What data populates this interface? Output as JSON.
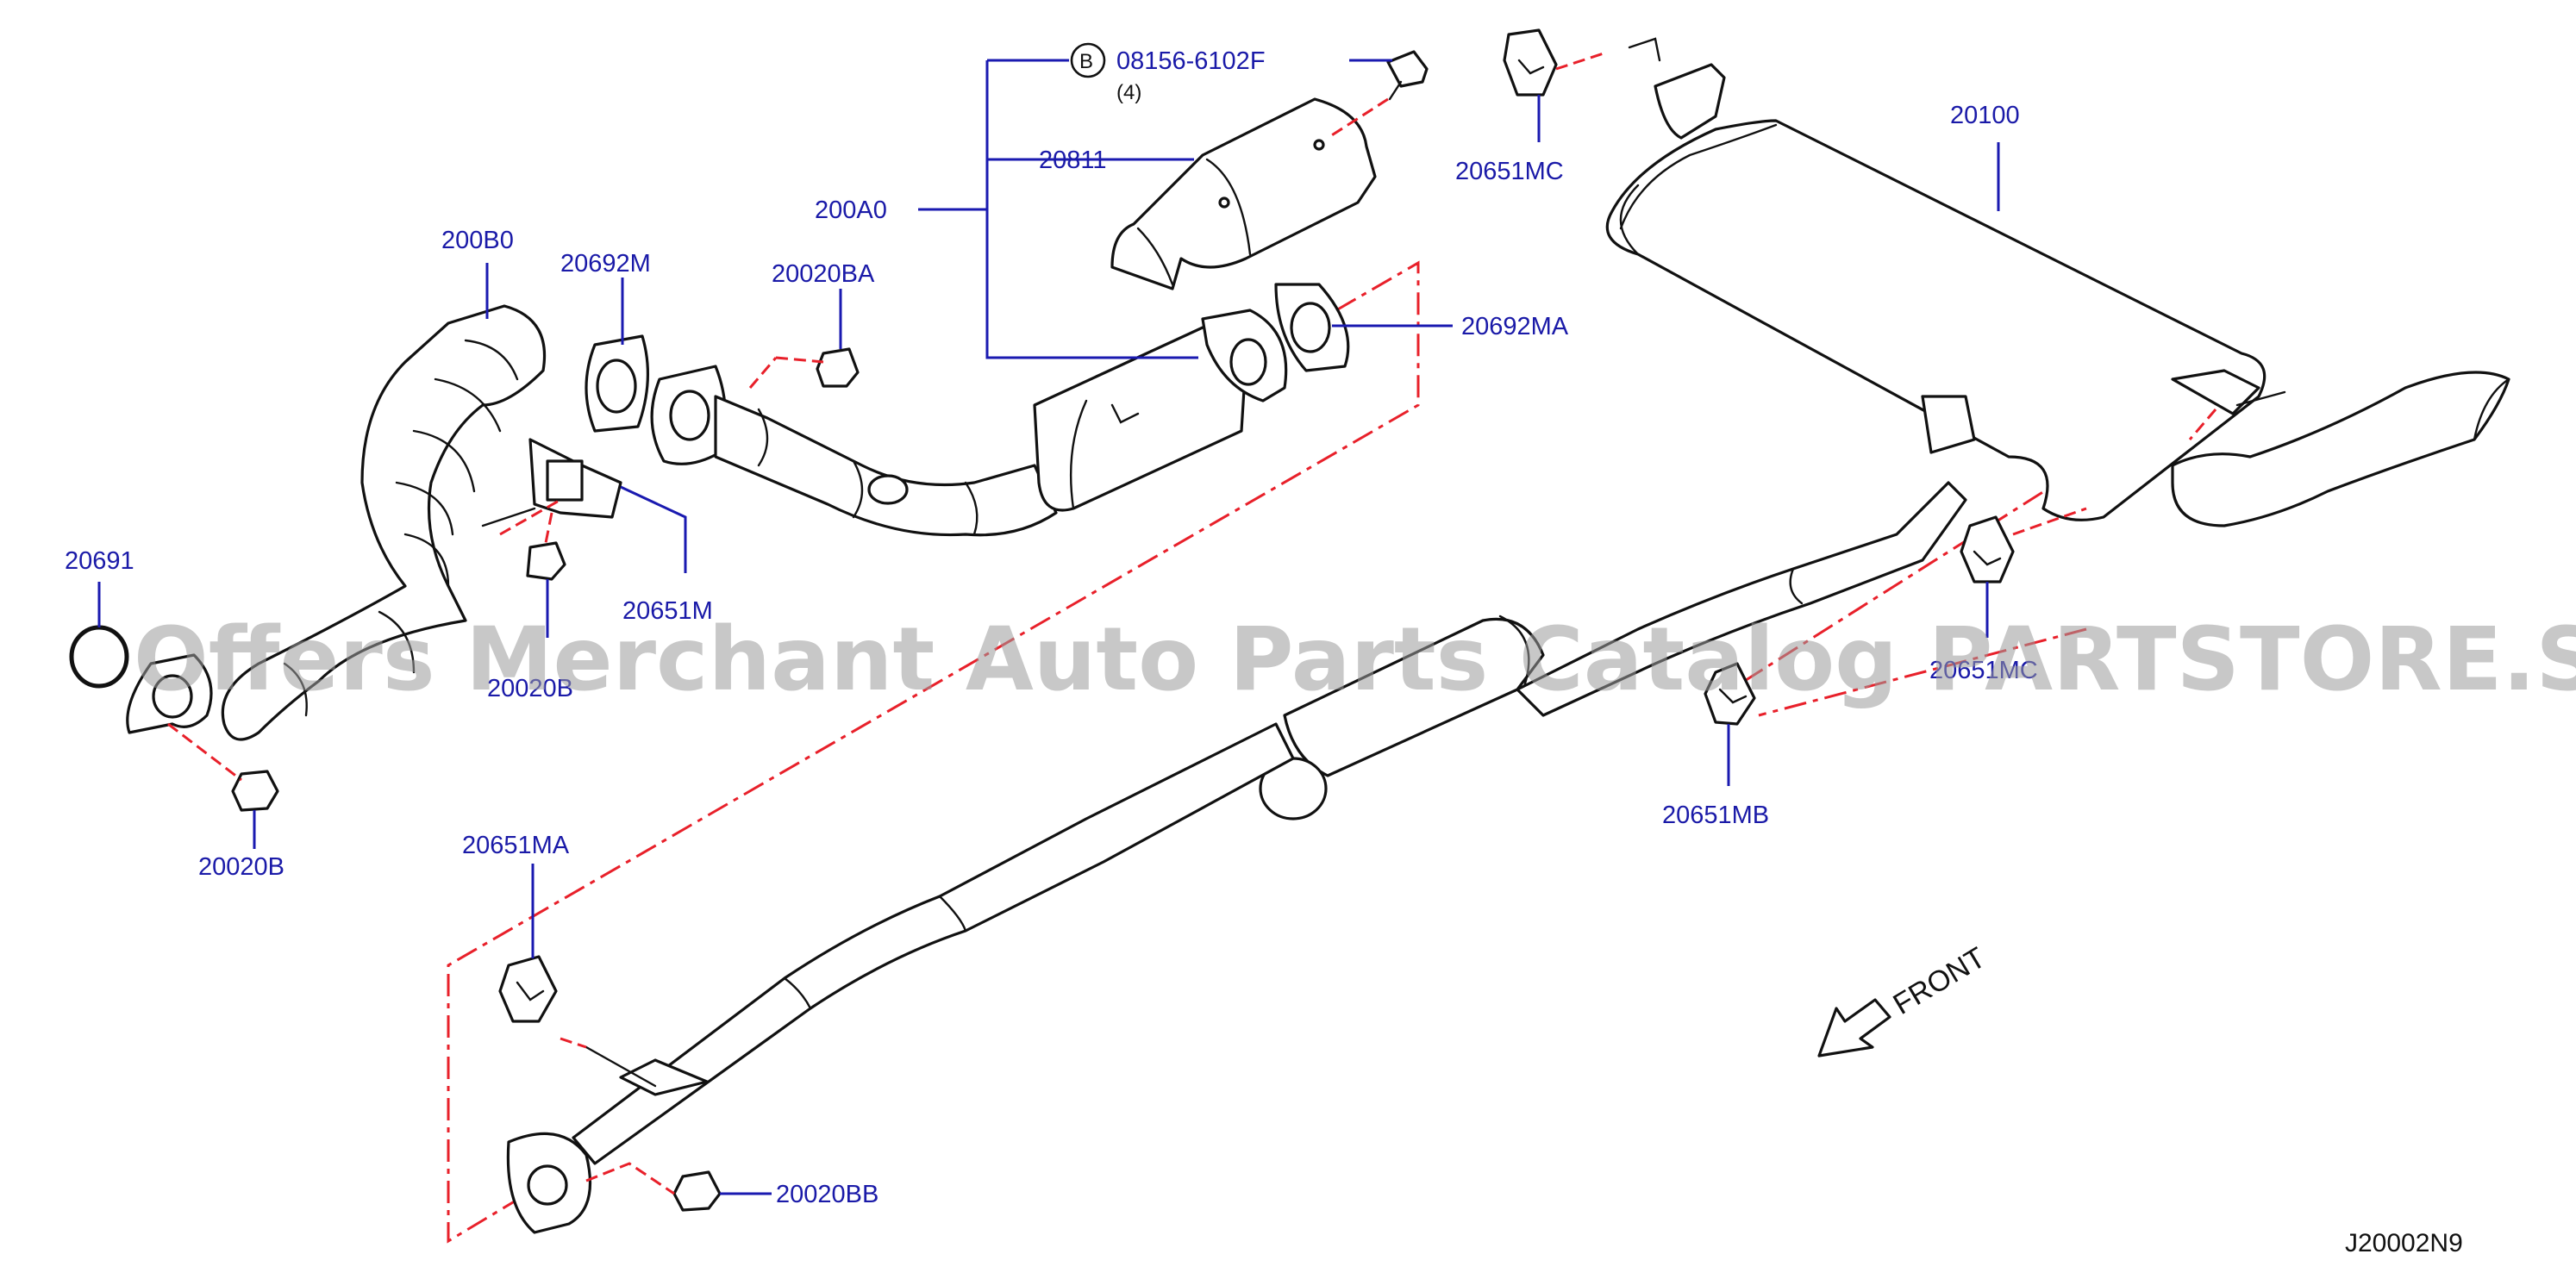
{
  "diagram": {
    "code": "J20002N9",
    "front_label": "FRONT",
    "watermark": "Offers Merchant Auto Parts Catalog PARTSTORE.SA",
    "callouts": {
      "p_200B0": "200B0",
      "p_20692M": "20692M",
      "p_20020BA": "20020BA",
      "p_200A0": "200A0",
      "p_20811": "20811",
      "p_bolt": "08156-6102F",
      "bolt_qty": "(4)",
      "bolt_ref": "B",
      "p_20692MA": "20692MA",
      "p_20651MC_top": "20651MC",
      "p_20100": "20100",
      "p_20691": "20691",
      "p_20651M": "20651M",
      "p_20020B_nut": "20020B",
      "p_20020B": "20020B",
      "p_20651MC_mid": "20651MC",
      "p_20651MB": "20651MB",
      "p_20651MA": "20651MA",
      "p_20020BB": "20020BB"
    }
  }
}
